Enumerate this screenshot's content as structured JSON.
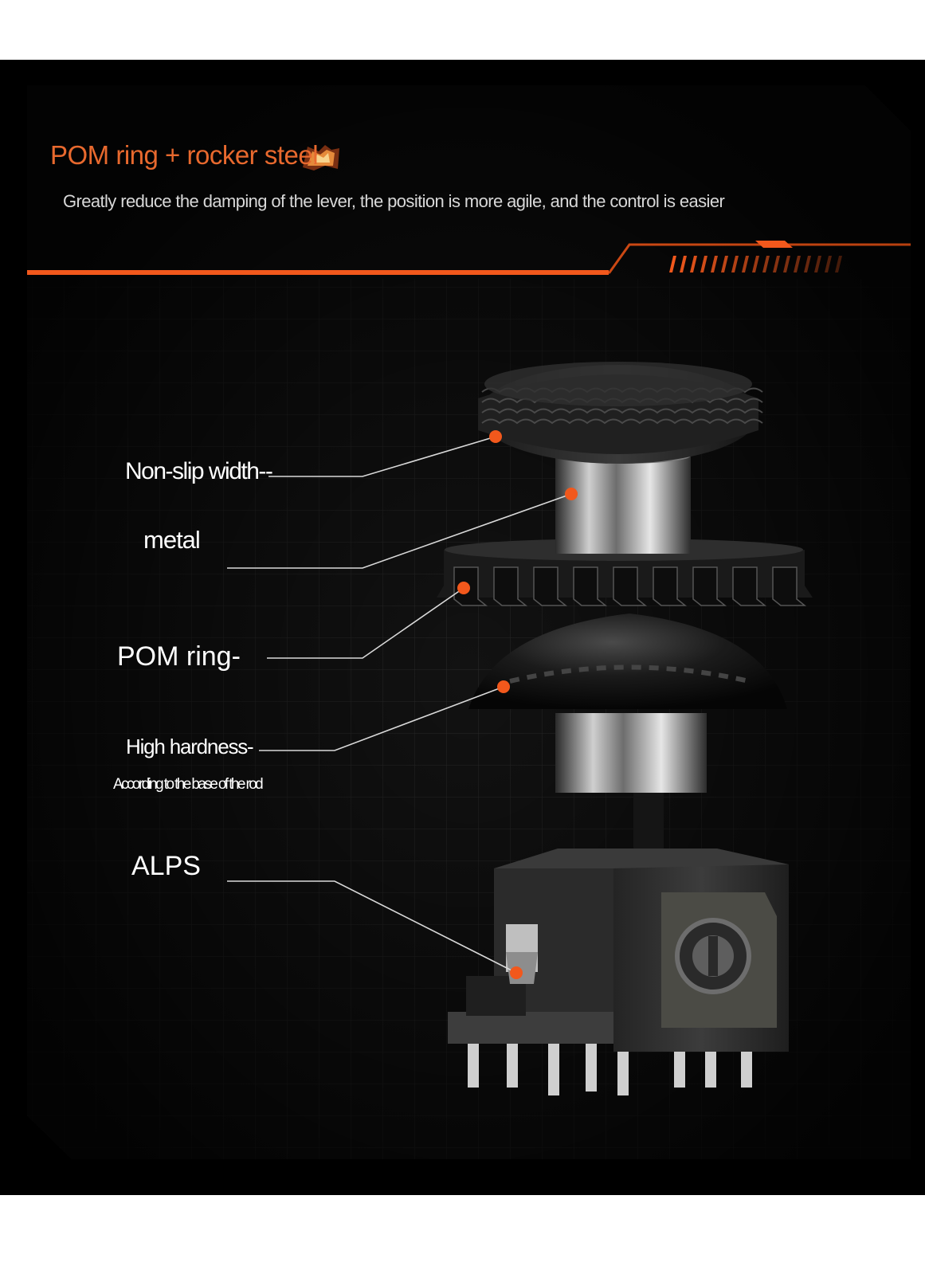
{
  "header": {
    "title": "POM ring + rocker steel",
    "subtitle": "Greatly reduce the damping of the lever, the position is more agile, and the control is easier"
  },
  "callouts": [
    {
      "id": "non-slip",
      "text": "Non-slip width--"
    },
    {
      "id": "metal",
      "text": "metal"
    },
    {
      "id": "pom-ring",
      "text": "POM ring-"
    },
    {
      "id": "high-hardness",
      "text": "High hardness-"
    },
    {
      "id": "rod-base",
      "text": "According to the base of the rod"
    },
    {
      "id": "alps",
      "text": "ALPS"
    }
  ],
  "colors": {
    "accent": "#f2581c",
    "title": "#e8692e",
    "panel": "#111111",
    "frame": "#000000"
  },
  "icons": {
    "title_badge": "flame-badge-icon",
    "joystick": "joystick-module-illustration"
  }
}
